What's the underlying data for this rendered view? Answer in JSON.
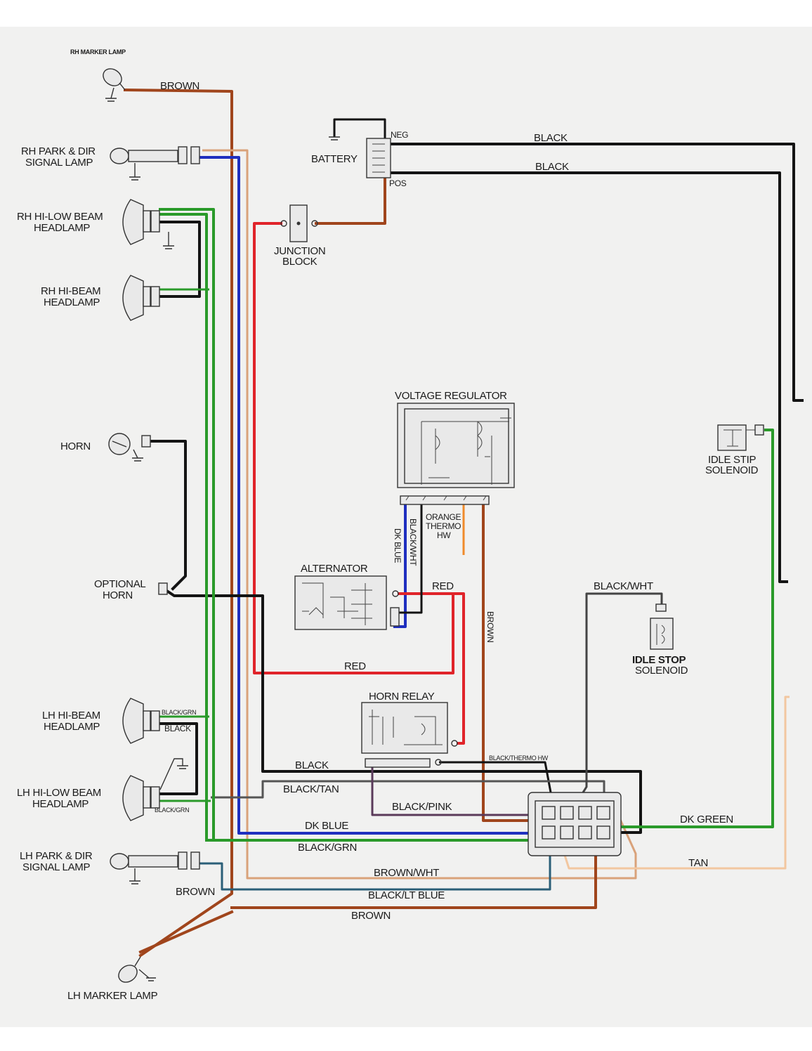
{
  "labels": {
    "rh_marker": "RH MARKER LAMP",
    "rh_park_1": "RH PARK & DIR",
    "rh_park_2": "SIGNAL LAMP",
    "rh_hilow_1": "RH HI-LOW BEAM",
    "rh_hilow_2": "HEADLAMP",
    "rh_hibeam_1": "RH HI-BEAM",
    "rh_hibeam_2": "HEADLAMP",
    "horn": "HORN",
    "opt_horn_1": "OPTIONAL",
    "opt_horn_2": "HORN",
    "lh_hibeam_1": "LH HI-BEAM",
    "lh_hibeam_2": "HEADLAMP",
    "lh_hilow_1": "LH HI-LOW BEAM",
    "lh_hilow_2": "HEADLAMP",
    "lh_park_1": "LH PARK & DIR",
    "lh_park_2": "SIGNAL LAMP",
    "lh_marker": "LH MARKER LAMP",
    "battery": "BATTERY",
    "neg": "NEG",
    "pos": "POS",
    "junction_1": "JUNCTION",
    "junction_2": "BLOCK",
    "voltage_regulator": "VOLTAGE REGULATOR",
    "alternator": "ALTERNATOR",
    "horn_relay": "HORN RELAY",
    "idle_stip_1": "IDLE STIP",
    "idle_stip_2": "SOLENOID",
    "idle_stop_1": "IDLE STOP",
    "idle_stop_2": "SOLENOID"
  },
  "wires": {
    "brown_top": "BROWN",
    "black_neg": "BLACK",
    "black_pos": "BLACK",
    "orange_1": "ORANGE",
    "orange_2": "THERMO",
    "orange_3": "HW",
    "dk_blue_vert": "DK BLUE",
    "black_wht_vert": "BLACK/WHT",
    "red_alt": "RED",
    "brown_vert": "BROWN",
    "black_wht_stop": "BLACK/WHT",
    "red_lower": "RED",
    "black_grn_1": "BLACK/GRN",
    "black_lh": "BLACK",
    "black_main": "BLACK",
    "black_thermo": "BLACK/THERMO HW",
    "black_tan": "BLACK/TAN",
    "black_grn_2": "BLACK/GRN",
    "black_pink": "BLACK/PINK",
    "dk_blue": "DK BLUE",
    "dk_green": "DK GREEN",
    "black_grn_3": "BLACK/GRN",
    "tan": "TAN",
    "brown_wht": "BROWN/WHT",
    "brown_lh": "BROWN",
    "black_lt_blue": "BLACK/LT BLUE",
    "brown_bottom": "BROWN"
  },
  "colors": {
    "brown": "#a0451c",
    "light_brown": "#d9a27a",
    "blue": "#1f2fbf",
    "red": "#e0242a",
    "green": "#2a9a2a",
    "black": "#141414",
    "tan": "#f2c7a0",
    "teal_blue": "#2b5f78",
    "orange": "#f08a2a",
    "gray": "#555555",
    "purple": "#5a3a5a"
  }
}
